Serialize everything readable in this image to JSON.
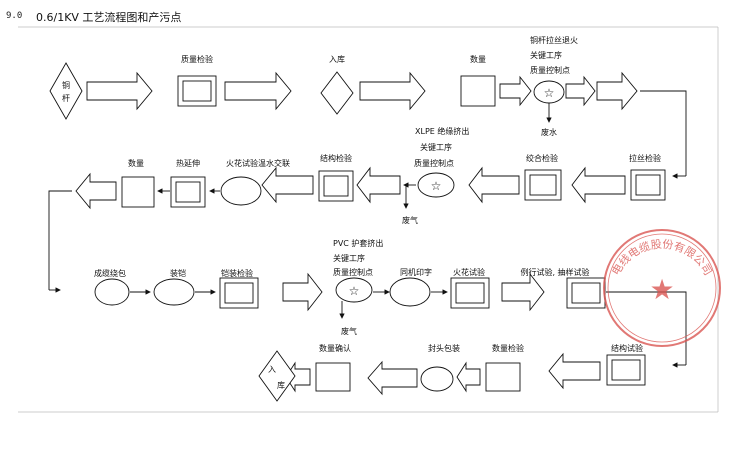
{
  "header": {
    "section_number": "9.0",
    "title": "0.6/1KV 工艺流程图和产污点"
  },
  "steps": {
    "copper_rod": [
      "铜",
      "杆"
    ],
    "quality_check_1": "质量检验",
    "storage_in": "入库",
    "quantity_1": "数量",
    "annealing": [
      "铜杆拉丝退火",
      "关键工序",
      "质量控制点"
    ],
    "waste_water": "废水",
    "wire_drawing_check": "拉丝检验",
    "stranding_check": "绞合检验",
    "xlpe_extrusion": [
      "XLPE 绝缘挤出",
      "关键工序",
      "质量控制点"
    ],
    "waste_gas_1": "废气",
    "structure_check_1": "结构检验",
    "spark_test_water": "火花试验温水交联",
    "hot_elongation": "热延伸",
    "quantity_2": "数量",
    "cabling": "成缆绕包",
    "armoring": "装铠",
    "armor_check": "铠装检验",
    "pvc_sheath": [
      "PVC 护套挤出",
      "关键工序",
      "质量控制点"
    ],
    "waste_gas_2": "废气",
    "sync_print": "同机印字",
    "spark_test": "火花试验",
    "routine_sample_test": "例行试验, 抽样试验",
    "structure_test_2": "结构试验",
    "quantity_check": "数量检验",
    "end_sealing": "封头包装",
    "quantity_confirm": "数量确认",
    "storage_out": [
      "入",
      "库"
    ]
  },
  "stamp_text": "电线电缆股份有限公司",
  "colors": {
    "stroke": "#111111",
    "stamp": "#d9534f"
  }
}
